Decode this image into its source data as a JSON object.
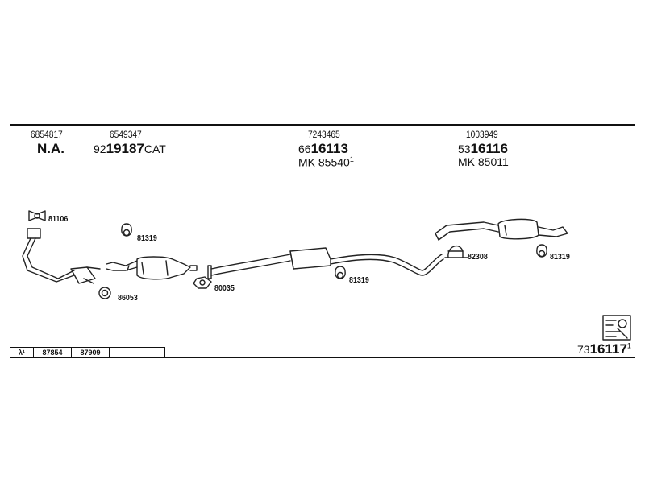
{
  "header": {
    "col1": {
      "ref": "6854817",
      "code": "N.A."
    },
    "col2": {
      "ref": "6549347",
      "code_prefix": "92",
      "code_main": "19187",
      "code_suffix": "CAT"
    },
    "col3": {
      "ref": "7243465",
      "code_prefix": "66",
      "code_main": "16113",
      "mk": "MK 85540",
      "mk_sup": "1"
    },
    "col4": {
      "ref": "1003949",
      "code_prefix": "53",
      "code_main": "16116",
      "mk": "MK 85011"
    }
  },
  "callouts": {
    "c81106": "81106",
    "c81319a": "81319",
    "c86053": "86053",
    "c80035": "80035",
    "c81319b": "81319",
    "c82308": "82308",
    "c81319c": "81319"
  },
  "sensor_table": {
    "lambda": "λ¹",
    "cells": [
      "87854",
      "87909",
      ""
    ]
  },
  "footer": {
    "prefix": "73",
    "main": "16117",
    "sup": "1"
  }
}
